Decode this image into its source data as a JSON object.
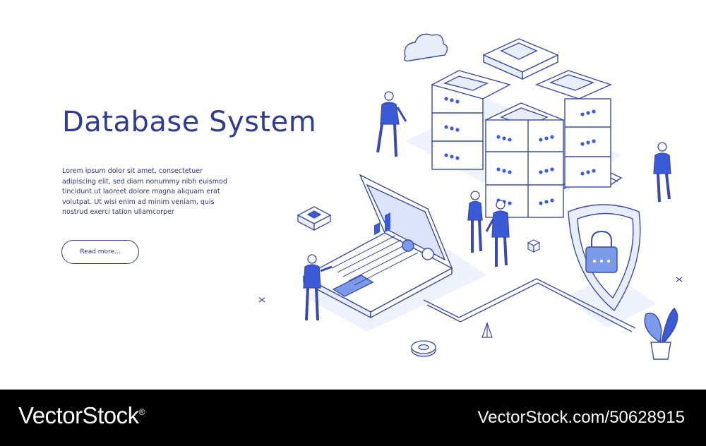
{
  "hero": {
    "title": "Database System",
    "body_lines": [
      "Lorem ipsum dolor sit amet, consectetuer",
      "adipiscing elit, sed diam nonummy nibh euismod",
      "tincidunt ut laoreet dolore magna aliquam erat",
      "volutpat. Ut wisi enim ad minim veniam, quis",
      "nostrud exerci tation ullamcorper"
    ],
    "button_label": "Read more..."
  },
  "illustration": {
    "icons": [
      "cloud-icon",
      "server-rack-icon",
      "laptop-icon",
      "shield-lock-icon",
      "person-icon",
      "plant-icon",
      "cube-icon",
      "chip-icon"
    ],
    "colors": {
      "primary": "#2f3c8f",
      "accent": "#3b5bd6",
      "outline": "#3a4aa8",
      "light_fill": "#e8edfb",
      "shadow": "#eef2fd"
    }
  },
  "footer": {
    "brand": "VectorStock",
    "registered_mark": "®",
    "image_id": "VectorStock.com/50628915"
  }
}
